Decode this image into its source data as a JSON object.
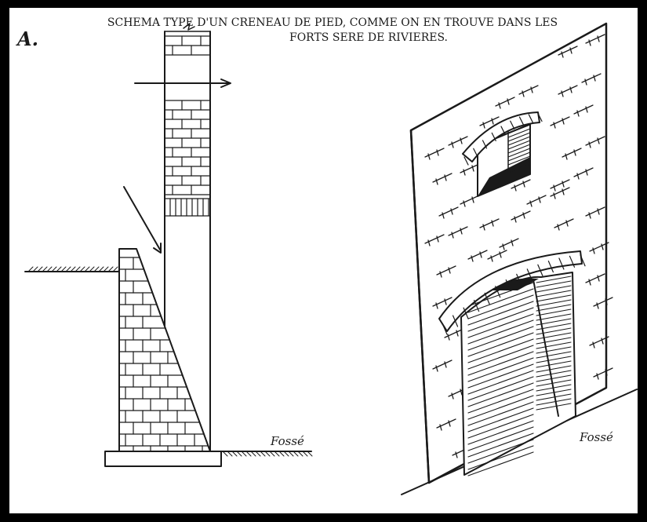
{
  "diagram": {
    "corner_label": "A.",
    "title_line1": "SCHEMA TYPE D'UN CRENEAU DE PIED, COMME ON EN TROUVE DANS LES",
    "title_line2": "FORTS SERE DE RIVIERES.",
    "ditch_label_left": "Fossé",
    "ditch_label_right": "Fossé",
    "colors": {
      "frame": "#000000",
      "paper": "#ffffff",
      "ink": "#1a1a1a"
    }
  }
}
